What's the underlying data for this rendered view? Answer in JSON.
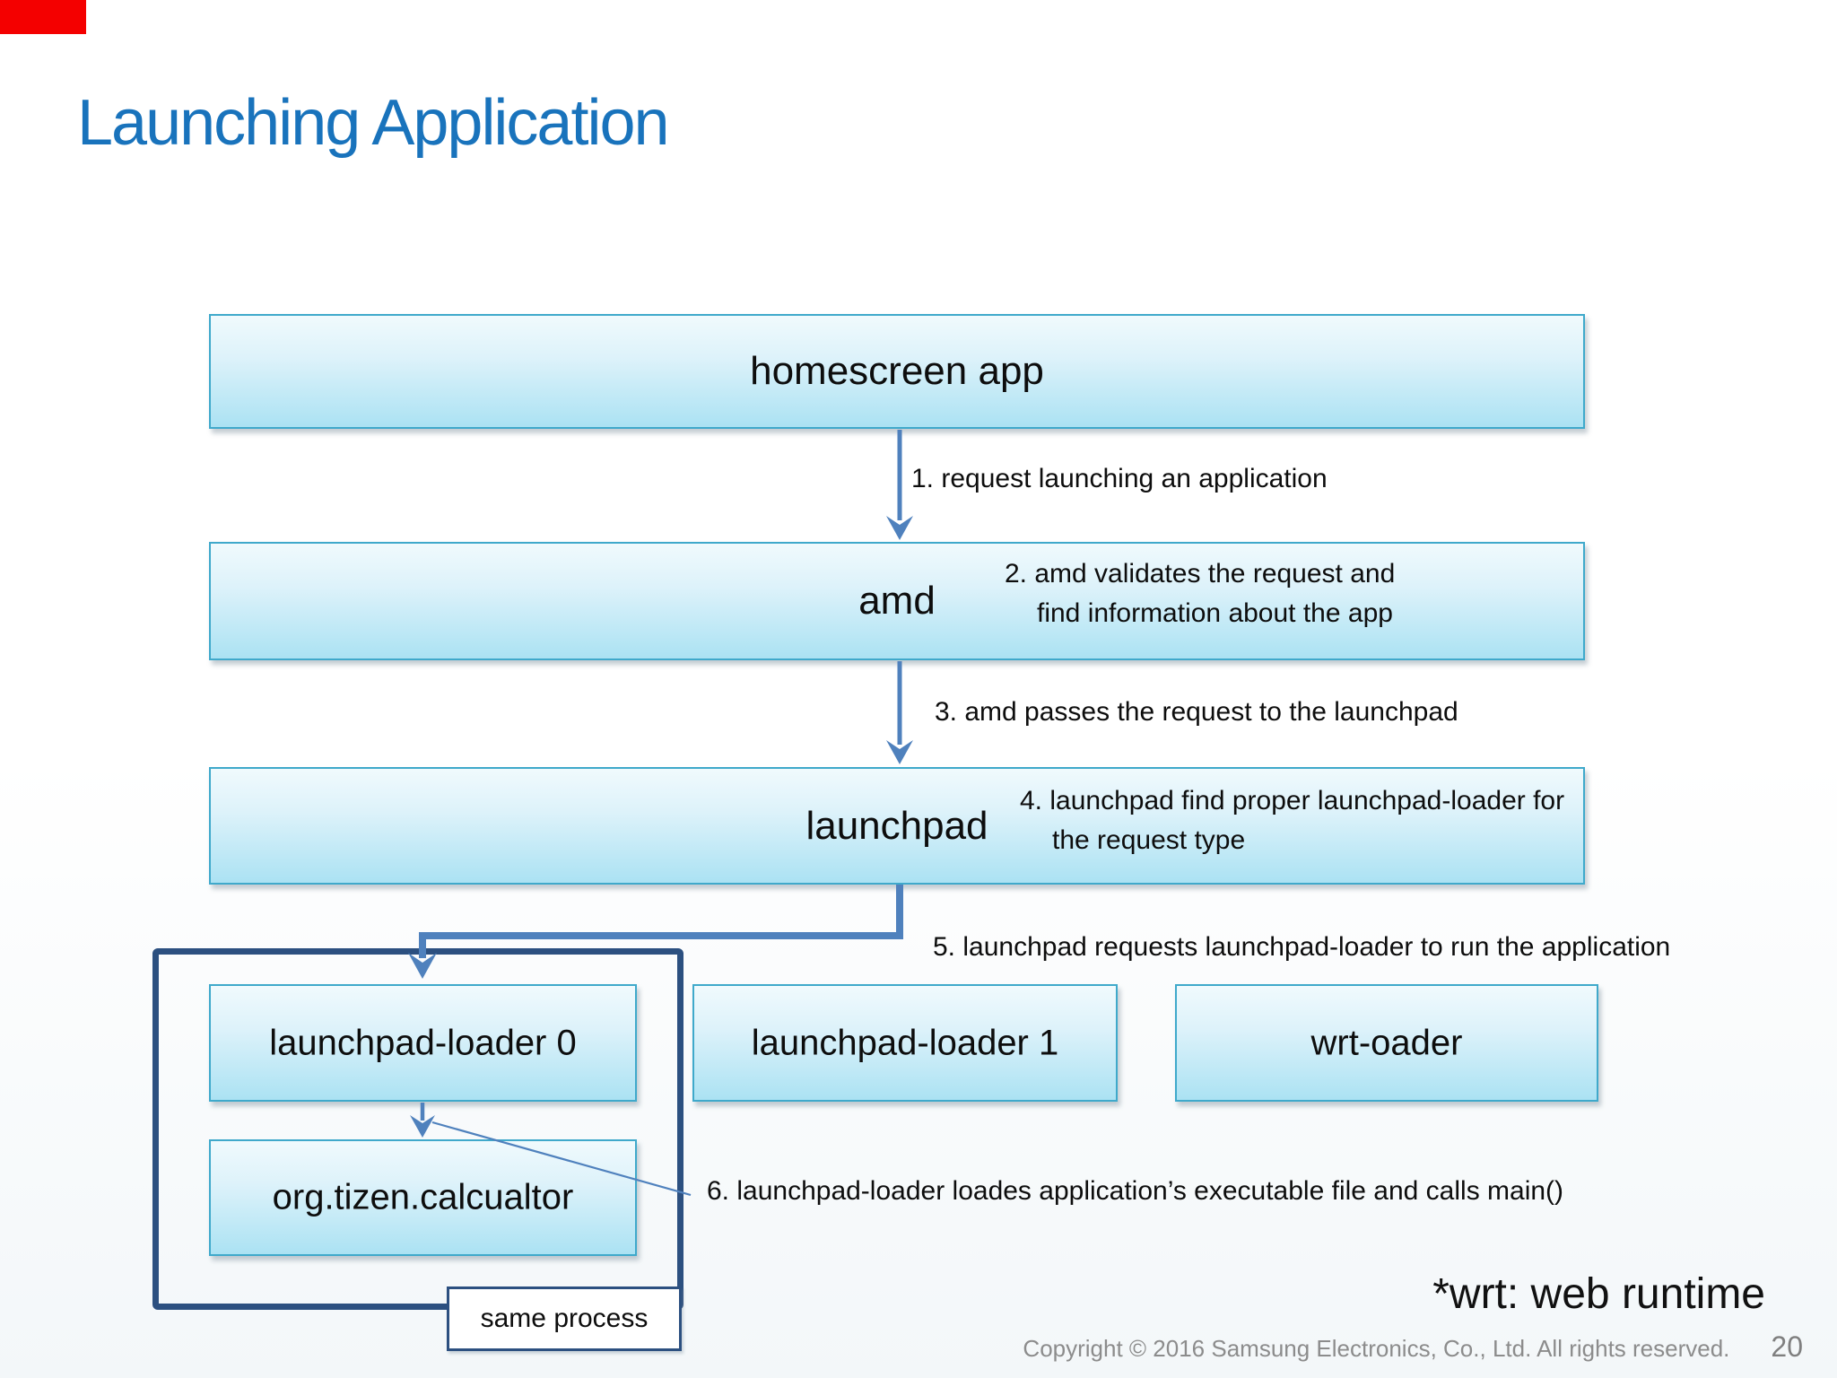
{
  "slide": {
    "title": "Launching Application",
    "footnote": "*wrt: web runtime",
    "footer": "Copyright © 2016 Samsung Electronics, Co., Ltd. All rights reserved.",
    "page_number": "20"
  },
  "nodes": {
    "homescreen": "homescreen app",
    "amd": "amd",
    "launchpad": "launchpad",
    "loader0": "launchpad-loader 0",
    "loader1": "launchpad-loader 1",
    "wrt": "wrt-oader",
    "app": "org.tizen.calcualtor"
  },
  "group": {
    "label": "same process"
  },
  "steps": {
    "step1": "1. request launching an application",
    "step2_line1": "2. amd validates the request and",
    "step2_line2": "find information about the app",
    "step3": "3. amd passes the request to the launchpad",
    "step4_line1": "4. launchpad find proper launchpad-loader for",
    "step4_line2": "the request type",
    "step5": "5. launchpad requests launchpad-loader to run the application",
    "step6": "6. launchpad-loader loades application’s executable file and calls main()"
  },
  "colors": {
    "title_blue": "#1973BC",
    "box_border": "#3FA9CB",
    "box_fill_top": "#F0FAFD",
    "box_fill_bottom": "#ABE2F3",
    "arrow_blue": "#4F81BD",
    "group_outline_navy": "#2C5080",
    "footer_gray": "#8C8C8C",
    "corner_marker_red": "#F40000"
  }
}
